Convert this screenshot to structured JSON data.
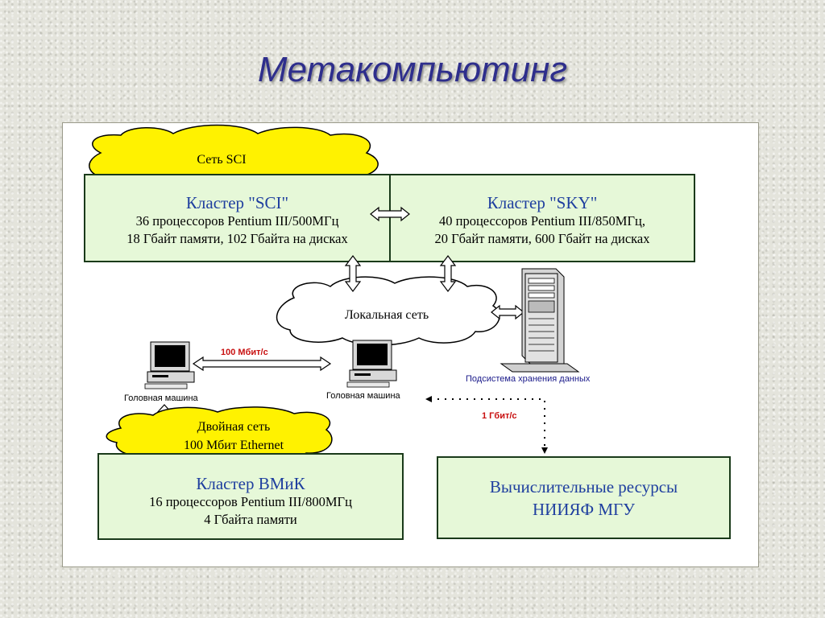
{
  "title": "Метакомпьютинг",
  "network_sci": "Сеть SCI",
  "cluster_sci": {
    "head": "Кластер \"SCI\"",
    "line1": "36 процессоров Pentium III/500МГц",
    "line2": "18 Гбайт памяти, 102 Гбайта на дисках"
  },
  "cluster_sky": {
    "head": "Кластер \"SKY\"",
    "line1": "40 процессоров Pentium III/850МГц,",
    "line2": "20 Гбайт памяти, 600 Гбайт на дисках"
  },
  "local_network": "Локальная сеть",
  "link_100": "100 Мбит/с",
  "head_machine_left": "Головная машина",
  "head_machine_right": "Головная машина",
  "storage": "Подсистема хранения данных",
  "link_1g": "1 Гбит/с",
  "double_network": {
    "line1": "Двойная сеть",
    "line2": "100 Мбит Ethernet"
  },
  "cluster_vmik": {
    "head": "Кластер ВМиК",
    "line1": "16 процессоров Pentium III/800МГц",
    "line2": "4 Гбайта памяти"
  },
  "compute_resources": {
    "line1": "Вычислительные ресурсы",
    "line2": "НИИЯФ МГУ"
  },
  "colors": {
    "cloud_yellow": "#fff200",
    "box_fill": "#e6f8d8",
    "heading_blue": "#1f3f9f",
    "title_blue": "#2e2e8c",
    "speed_red": "#c81010"
  }
}
